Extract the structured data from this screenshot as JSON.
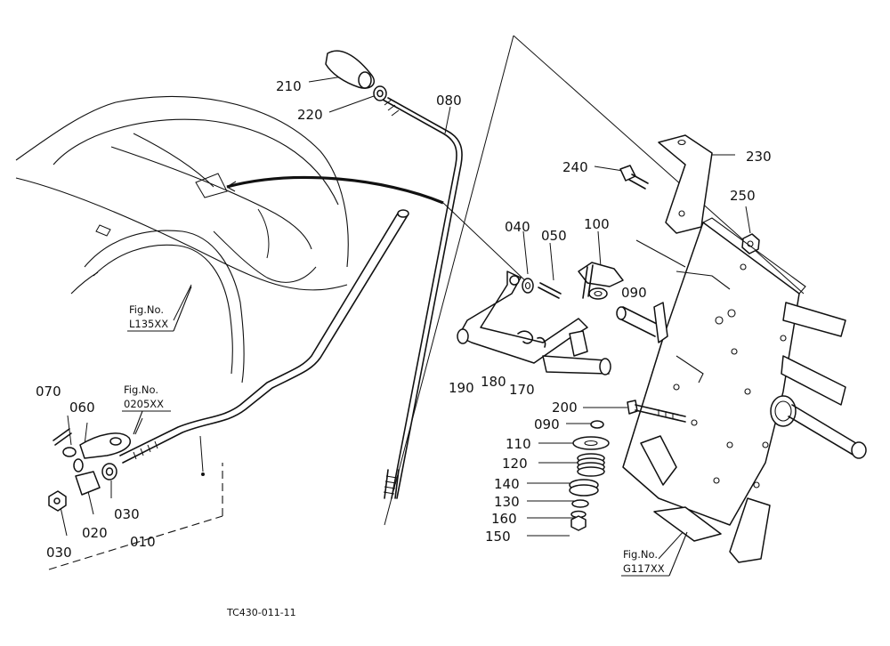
{
  "callouts": {
    "c010": "010",
    "c020": "020",
    "c030a": "030",
    "c030b": "030",
    "c040": "040",
    "c050": "050",
    "c060": "060",
    "c070": "070",
    "c080": "080",
    "c090a": "090",
    "c090b": "090",
    "c100": "100",
    "c110": "110",
    "c120": "120",
    "c130": "130",
    "c140": "140",
    "c150": "150",
    "c160": "160",
    "c170": "170",
    "c180": "180",
    "c190": "190",
    "c200": "200",
    "c210": "210",
    "c220": "220",
    "c230": "230",
    "c240": "240",
    "c250": "250"
  },
  "figure_refs": {
    "l135": {
      "label": "Fig.No.",
      "number": "L135XX"
    },
    "r0205": {
      "label": "Fig.No.",
      "number": "0205XX"
    },
    "g117": {
      "label": "Fig.No.",
      "number": "G117XX"
    }
  },
  "drawing_code": "TC430-011-11"
}
